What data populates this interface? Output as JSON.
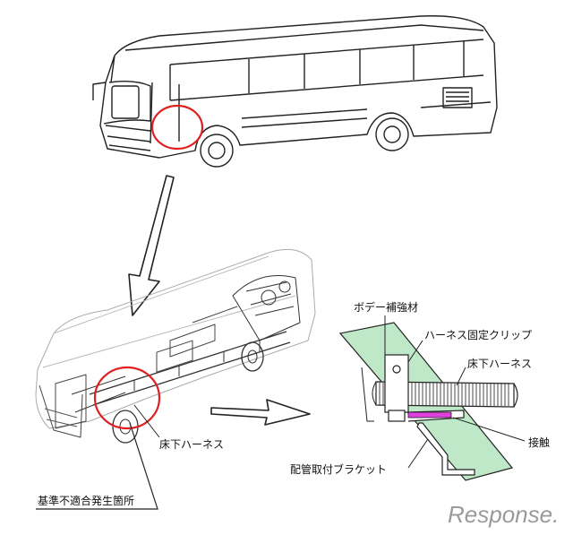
{
  "labels": {
    "body_reinforcement": "ボデー補強材",
    "harness_clip": "ハーネス固定クリップ",
    "floor_harness_detail": "床下ハーネス",
    "floor_harness_chassis": "床下ハーネス",
    "contact": "接触",
    "pipe_bracket": "配管取付ブラケット",
    "nonconformity_location": "基準不適合発生箇所"
  },
  "watermark": {
    "text": "Response."
  },
  "colors": {
    "highlight_circle": "#e02020",
    "reinforcement_fill": "#bfe8c8",
    "contact_mark": "#e040e0"
  }
}
